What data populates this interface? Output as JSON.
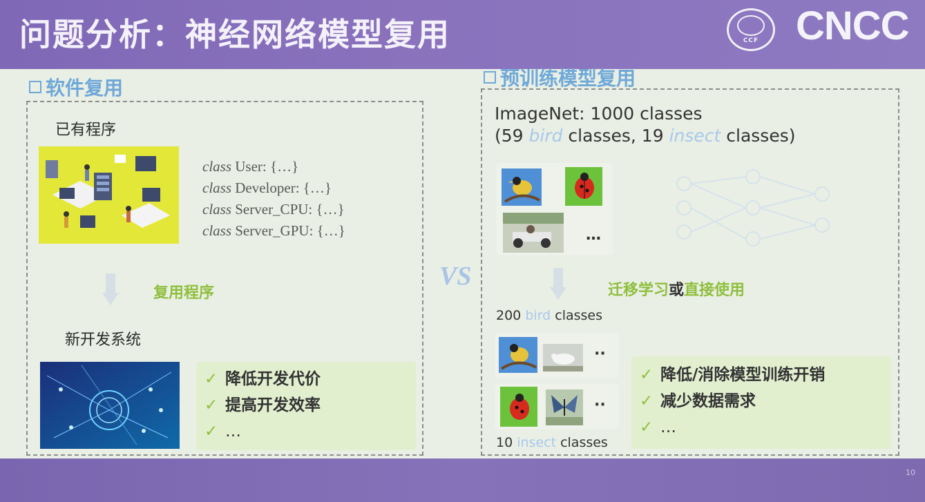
{
  "header": {
    "title": "问题分析：神经网络模型复用",
    "seal_text": "CCF",
    "logo_text": "CNCC"
  },
  "left": {
    "heading": "软件复用",
    "existing_label": "已有程序",
    "code_lines": [
      {
        "kw": "class",
        "rest": " User: {…}"
      },
      {
        "kw": "class",
        "rest": " Developer: {…}"
      },
      {
        "kw": "class",
        "rest": " Server_CPU: {…}"
      },
      {
        "kw": "class",
        "rest": " Server_GPU: {…}"
      }
    ],
    "reuse_label": "复用程序",
    "new_system_label": "新开发系统",
    "benefits": [
      "降低开发代价",
      "提高开发效率",
      "…"
    ],
    "check_glyph": "✓"
  },
  "vs": "VS",
  "right": {
    "heading": "预训练模型复用",
    "imagenet_line": "ImageNet: 1000 classes",
    "detail_parts": [
      "(59 ",
      "bird",
      " classes, 19 ",
      "insect",
      " classes)"
    ],
    "ellipsis": "…",
    "transfer_label_a": "迁移学习",
    "transfer_label_b": "或",
    "transfer_label_c": "直接使用",
    "bird_count": "200 ",
    "bird_word": "bird",
    "bird_suffix": " classes",
    "insect_count": "10 ",
    "insect_word": "insect",
    "insect_suffix": " classes",
    "dots": "··",
    "benefits": [
      "降低/消除模型训练开销",
      "减少数据需求",
      "…"
    ]
  },
  "footer": {
    "page_number": "10"
  },
  "colors": {
    "header_purple": "#8670bb",
    "accent_green": "#8fbf3d",
    "accent_blue": "#6fa8d8",
    "highlight_blue": "#a8c8ec"
  }
}
